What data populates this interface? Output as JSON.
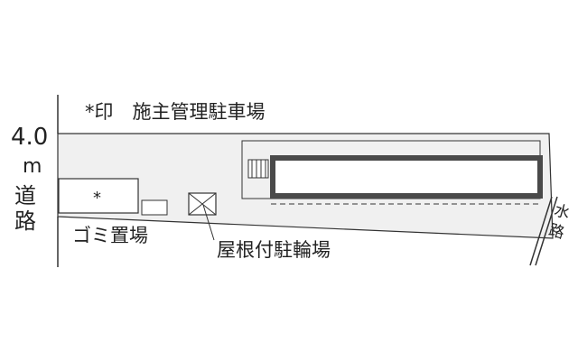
{
  "legend_text": "*印　施主管理駐車場",
  "road_width": "4.0",
  "road_unit": "m",
  "road_name_chars": [
    "道",
    "路"
  ],
  "waterway_chars": [
    "水",
    "路"
  ],
  "garbage_label": "ゴミ置場",
  "bicycle_label": "屋根付駐輪場",
  "owner_marker": "*",
  "colors": {
    "lot_fill": "#f0f0f0",
    "building_band": "#4a4a4a",
    "lines": "#333333",
    "text": "#222222"
  }
}
